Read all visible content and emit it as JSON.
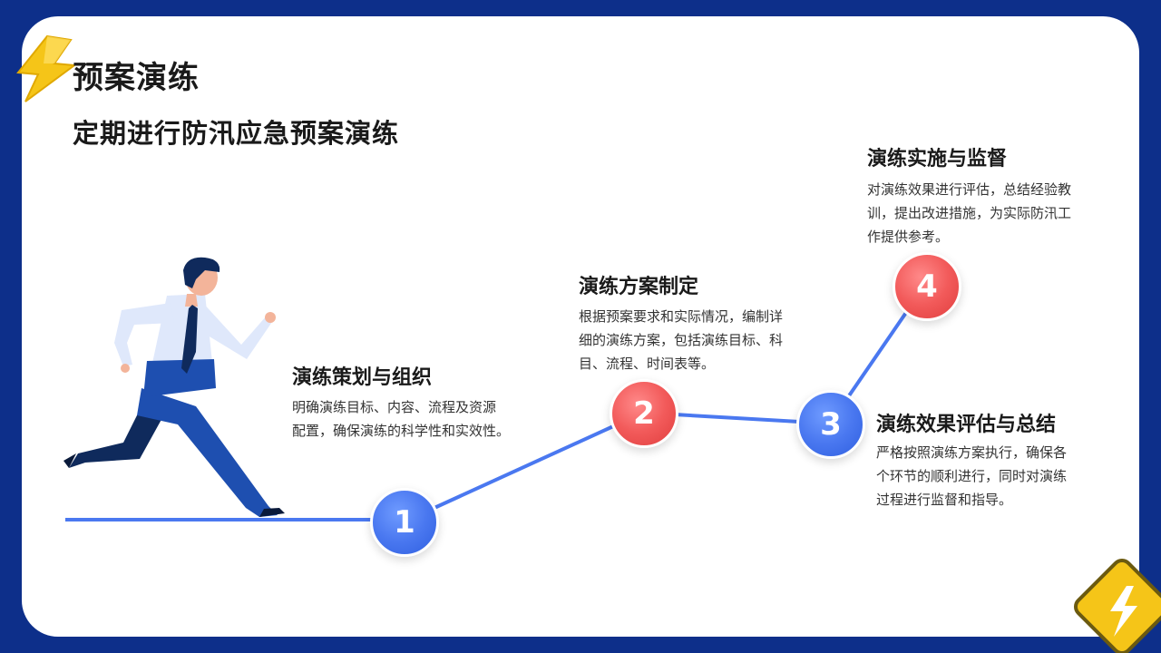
{
  "header": {
    "title": "预案演练",
    "subtitle": "定期进行防汛应急预案演练"
  },
  "steps": [
    {
      "number": "1",
      "title": "演练策划与组织",
      "desc_lines": [
        "明确演练目标、内容、流程及资源",
        "配置，确保演练的科学性和实效性。"
      ]
    },
    {
      "number": "2",
      "title": "演练方案制定",
      "desc_lines": [
        "根据预案要求和实际情况，编制详",
        "细的演练方案，包括演练目标、科",
        "目、流程、时间表等。"
      ]
    },
    {
      "number": "3",
      "title": "演练效果评估与总结",
      "desc_lines": [
        "严格按照演练方案执行，确保各",
        "个环节的顺利进行，同时对演练",
        "过程进行监督和指导。"
      ]
    },
    {
      "number": "4",
      "title": "演练实施与监督",
      "desc_lines": [
        "对演练效果进行评估，总结经验教",
        "训，提出改进措施，为实际防汛工",
        "作提供参考。"
      ]
    }
  ],
  "icons": {
    "top_left": "lightning-bolt-icon",
    "bottom_right": "lightning-bolt-badge-icon",
    "illustration": "running-businessman"
  },
  "colors": {
    "background": "#0d2f8a",
    "line": "#4a78f0",
    "blue_circle": "#4a78f0",
    "red_circle": "#f25a5a",
    "bolt_yellow": "#f5c518"
  }
}
